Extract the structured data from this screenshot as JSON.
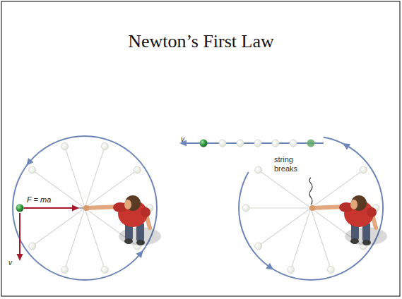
{
  "diagram": {
    "title": "Newton’s First Law",
    "labels": [
      "F = ma",
      "v",
      "v",
      "string breaks"
    ]
  }
}
